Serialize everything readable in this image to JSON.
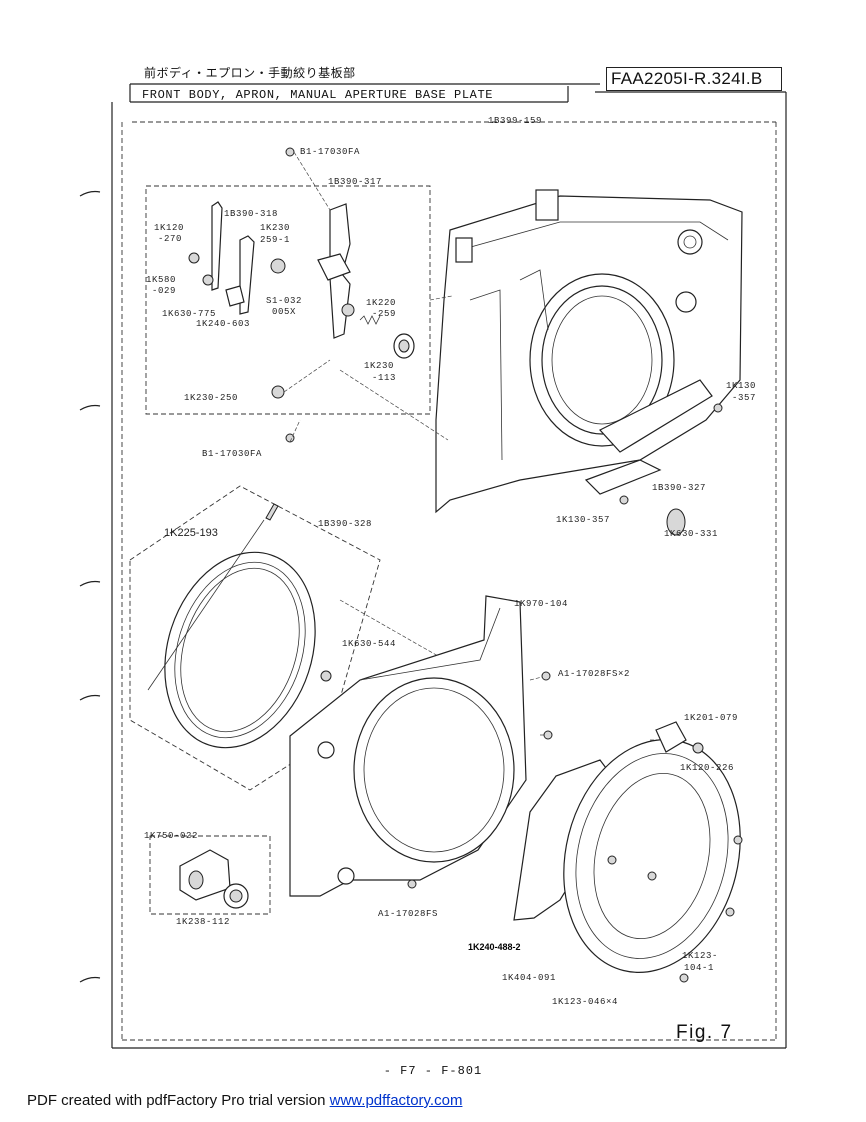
{
  "header": {
    "title_jp": "前ボディ・エプロン・手動絞り基板部",
    "title_en": "FRONT BODY, APRON, MANUAL APERTURE BASE PLATE",
    "code": "FAA2205I-R.324I.B"
  },
  "figure_label": "Fig. 7",
  "page_number": "- F7 - F-801",
  "footer": {
    "text": "PDF created with pdfFactory Pro trial version ",
    "link": "www.pdffactory.com"
  },
  "parts": {
    "p1": "1B399-159",
    "p2": "B1-17030FA",
    "p3": "1B390-317",
    "p4": "1B390-318",
    "p5": "1K230",
    "p5b": "259-1",
    "p6": "1K120",
    "p6b": "-270",
    "p7": "1K580",
    "p7b": "-029",
    "p8": "S1-032",
    "p8b": "005X",
    "p9": "1K220",
    "p9b": "-259",
    "p10": "1K630-775",
    "p11": "1K240-603",
    "p12": "1K230",
    "p12b": "-113",
    "p13": "1K230-250",
    "p14": "B1-17030FA",
    "p15": "1K130",
    "p15b": "-357",
    "p16": "1B390-327",
    "p17": "1K130-357",
    "p18": "1K630-331",
    "p19": "1K225-193",
    "p20": "1B390-328",
    "p21": "1K970-104",
    "p22": "1K630-544",
    "p23": "A1-17028FS×2",
    "p24": "1K201-079",
    "p25": "1K120-226",
    "p26": "1K750-022",
    "p27": "1K238-112",
    "p28": "A1-17028FS",
    "p29": "1K240-488-2",
    "p30": "1K404-091",
    "p31": "1K123-",
    "p31b": "104-1",
    "p32": "1K123-046×4"
  }
}
